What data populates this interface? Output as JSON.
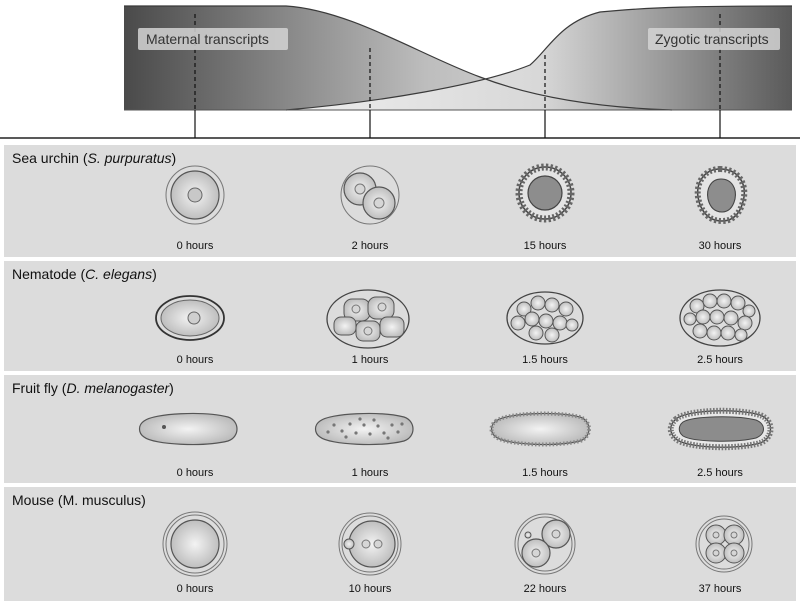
{
  "graph": {
    "maternal_label": "Maternal transcripts",
    "zygotic_label": "Zygotic transcripts"
  },
  "panels": [
    {
      "name_plain": "Sea urchin (",
      "name_species": "S. purpuratus",
      "name_close": ")",
      "times": [
        "0 hours",
        "2 hours",
        "15 hours",
        "30 hours"
      ]
    },
    {
      "name_plain": "Nematode (",
      "name_species": "C. elegans",
      "name_close": ")",
      "times": [
        "0 hours",
        "1 hours",
        "1.5 hours",
        "2.5 hours"
      ]
    },
    {
      "name_plain": "Fruit fly (",
      "name_species": "D. melanogaster",
      "name_close": ")",
      "times": [
        "0 hours",
        "1 hours",
        "1.5 hours",
        "2.5 hours"
      ]
    },
    {
      "name_plain": "Mouse (M. musculus)",
      "name_species": "",
      "name_close": "",
      "times": [
        "0 hours",
        "10 hours",
        "22 hours",
        "37 hours"
      ]
    }
  ],
  "colors": {
    "panel_bg": "#dcdcdc",
    "cell_fill": "#c4c4c4",
    "cell_stroke": "#555555",
    "outline_dark": "#3c3c3c"
  }
}
